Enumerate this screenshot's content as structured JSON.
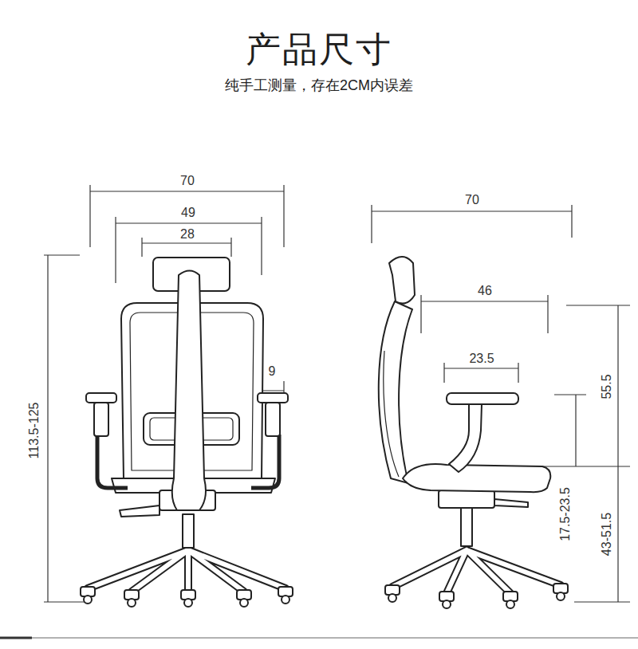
{
  "diagram": {
    "title": "产品尺寸",
    "labels": [
      "纯手工测量，存在2CM内误差",
      "70",
      "49",
      "28",
      "9",
      "113.5-125",
      "70",
      "46",
      "23.5",
      "55.5",
      "17.5-23.5",
      "43-51.5"
    ]
  }
}
